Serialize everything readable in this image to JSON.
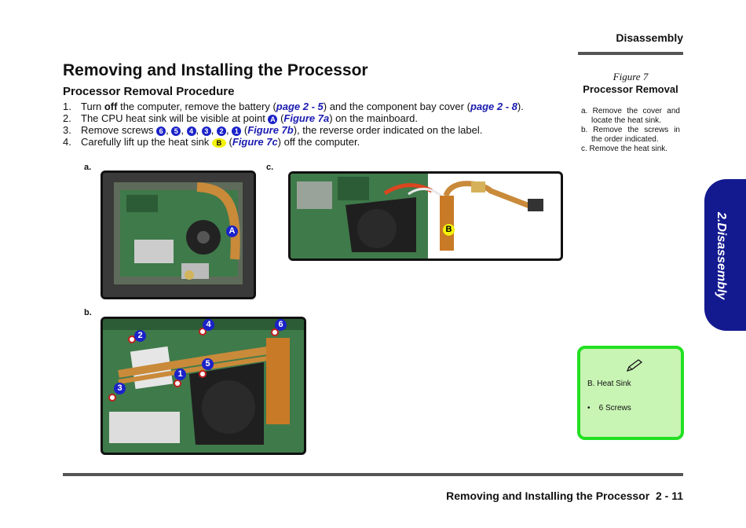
{
  "header": {
    "section": "Disassembly"
  },
  "title": "Removing and Installing the Processor",
  "subtitle": "Processor Removal Procedure",
  "steps": [
    {
      "num": "1.",
      "t1": "Turn ",
      "bold": "off",
      "t2": " the computer, remove the battery (",
      "link1": "page 2 - 5",
      "t3": ") and the component bay cover (",
      "link2": "page 2 - 8",
      "t4": ")."
    },
    {
      "num": "2.",
      "t1": "The CPU heat sink will be visible at point ",
      "badge": "A",
      "t2": " (",
      "link": "Figure 7a",
      "t3": ") on the mainboard."
    },
    {
      "num": "3.",
      "t1": "Remove screws ",
      "screws": [
        "6",
        "5",
        "4",
        "3",
        "2",
        "1"
      ],
      "t2": " (",
      "link": "Figure 7b",
      "t3": "), the reverse order indicated on the label."
    },
    {
      "num": "4.",
      "t1": "Carefully lift up the heat sink ",
      "badge": "B",
      "t2": " (",
      "link": "Figure 7c",
      "t3": ") off the computer."
    }
  ],
  "figure": {
    "number": "Figure 7",
    "title": "Processor Removal",
    "notes": [
      "a. Remove the cover and locate the heat sink.",
      "b. Remove the screws in the order indicated.",
      "c. Remove the heat sink."
    ],
    "labels": {
      "a": "a.",
      "b": "b.",
      "c": "c."
    }
  },
  "callouts": {
    "a": "A",
    "c": "B",
    "b": [
      "1",
      "2",
      "3",
      "4",
      "5",
      "6"
    ]
  },
  "side_tab": "2.Disassembly",
  "note_box": {
    "line1": "B.   Heat Sink",
    "line2_bullet": "•",
    "line2": "6 Screws"
  },
  "footer": {
    "text": "Removing and Installing the Processor",
    "page": "2  -  11"
  },
  "colors": {
    "link": "#1a1ab0",
    "callout_blue": "#1b22c8",
    "callout_yellow": "#f4f20a",
    "side_tab": "#13198f",
    "note_border": "#22e022",
    "note_fill": "#c8f4b4"
  }
}
